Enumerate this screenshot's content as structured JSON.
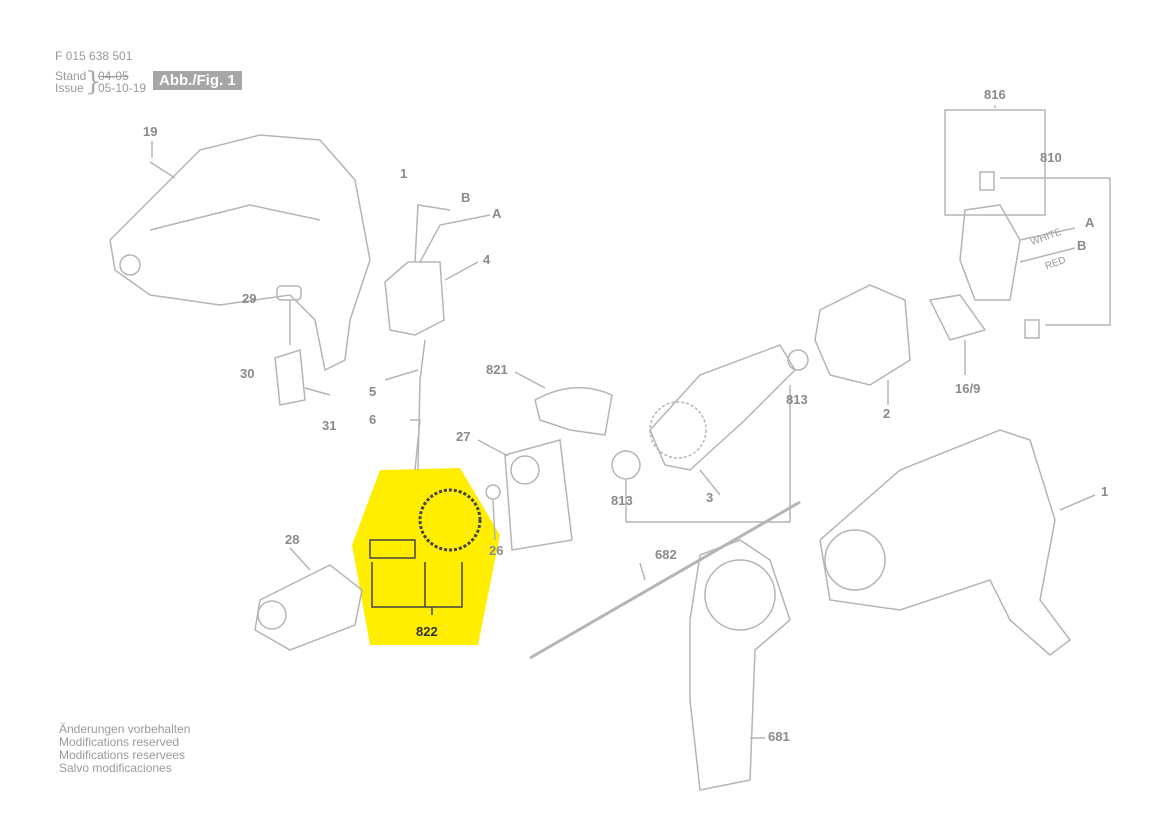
{
  "header": {
    "part_number": "F 015 638 501",
    "stand_label": "Stand",
    "issue_label": "Issue",
    "stand_value": "04-05",
    "issue_value": "05-10-19",
    "figure_label": "Abb./Fig. 1"
  },
  "footer": {
    "lines": [
      "Änderungen vorbehalten",
      "Modifications reserved",
      "Modifications reservees",
      "Salvo modificaciones"
    ]
  },
  "parts": {
    "p19": "19",
    "p1a": "1",
    "pB1": "B",
    "pA1": "A",
    "p4": "4",
    "p29": "29",
    "p5": "5",
    "p30": "30",
    "p6": "6",
    "p31": "31",
    "p821": "821",
    "p27": "27",
    "p26": "26",
    "p28": "28",
    "p822": "822",
    "p813a": "813",
    "p813b": "813",
    "p3": "3",
    "p2": "2",
    "p816": "816",
    "p810": "810",
    "pA2": "A",
    "pB2": "B",
    "p169": "16/9",
    "p682": "682",
    "p681": "681",
    "p1b": "1"
  },
  "wires": {
    "white": "WHITE",
    "red": "RED"
  },
  "colors": {
    "highlight": "#ffee00",
    "line": "#b5b5b5",
    "label": "#8a8a8a"
  }
}
